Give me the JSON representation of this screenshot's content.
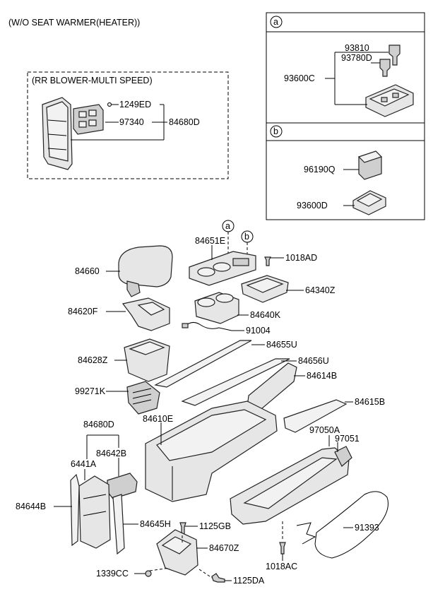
{
  "header": {
    "variant_note": "(W/O SEAT WARMER(HEATER))",
    "inset_title": "(RR BLOWER-MULTI SPEED)"
  },
  "detail_boxes": {
    "a": {
      "letter": "a",
      "parts": [
        "93810",
        "93780D",
        "93600C"
      ]
    },
    "b": {
      "letter": "b",
      "parts": [
        "96190Q",
        "93600D"
      ]
    }
  },
  "callouts": {
    "a": "a",
    "b": "b"
  },
  "inset_parts": [
    "1249ED",
    "97340",
    "84680D"
  ],
  "main_parts": [
    "84651E",
    "1018AD",
    "84660",
    "64340Z",
    "84620F",
    "84640K",
    "91004",
    "84655U",
    "84628Z",
    "84656U",
    "84614B",
    "99271K",
    "84615B",
    "84680D",
    "84610E",
    "97050A",
    "97051",
    "84642B",
    "6441A",
    "84644B",
    "84645H",
    "1125GB",
    "91393",
    "84670Z",
    "1018AC",
    "1339CC",
    "1125DA"
  ]
}
